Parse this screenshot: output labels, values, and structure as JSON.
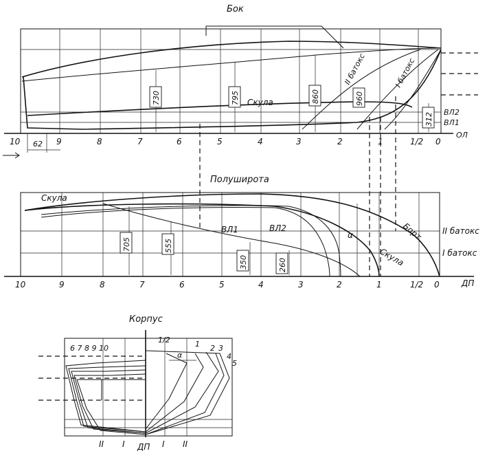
{
  "views": {
    "side_title": "Бок",
    "halfbreadth_title": "Полуширота",
    "body_title": "Корпус"
  },
  "stations_side": [
    "10",
    "9",
    "8",
    "7",
    "6",
    "5",
    "4",
    "3",
    "2",
    "1",
    "1/2",
    "0"
  ],
  "stations_plan": [
    "10",
    "9",
    "8",
    "7",
    "6",
    "5",
    "4",
    "3",
    "2",
    "1",
    "1/2",
    "0"
  ],
  "side_labels": {
    "skula": "Скула",
    "buttock2": "II батокс",
    "buttock1": "I батокс",
    "wl2": "ВЛ2",
    "wl1": "ВЛ1",
    "ol": "ОЛ",
    "dim_730": "730",
    "dim_795": "795",
    "dim_860": "860",
    "dim_960": "960",
    "dim_312": "312",
    "dim_62": "62"
  },
  "plan_labels": {
    "skula_left": "Скула",
    "skula_right": "Скула",
    "wl1": "ВЛ1",
    "wl2": "ВЛ2",
    "bort": "Борт",
    "alpha": "α",
    "buttock2": "II батокс",
    "buttock1": "I батокс",
    "dp": "ДП",
    "dim_705": "705",
    "dim_555": "555",
    "dim_350": "350",
    "dim_260": "260"
  },
  "body_labels": {
    "aft_stations": "6 7 8 9 10",
    "fwd_half": "1/2",
    "fwd_1": "1",
    "fwd_2": "2",
    "fwd_3": "3",
    "fwd_4": "4",
    "fwd_5": "5",
    "alpha": "α",
    "b2_left": "II",
    "b1_left": "I",
    "dp": "ДП",
    "b1_right": "I",
    "b2_right": "II"
  }
}
